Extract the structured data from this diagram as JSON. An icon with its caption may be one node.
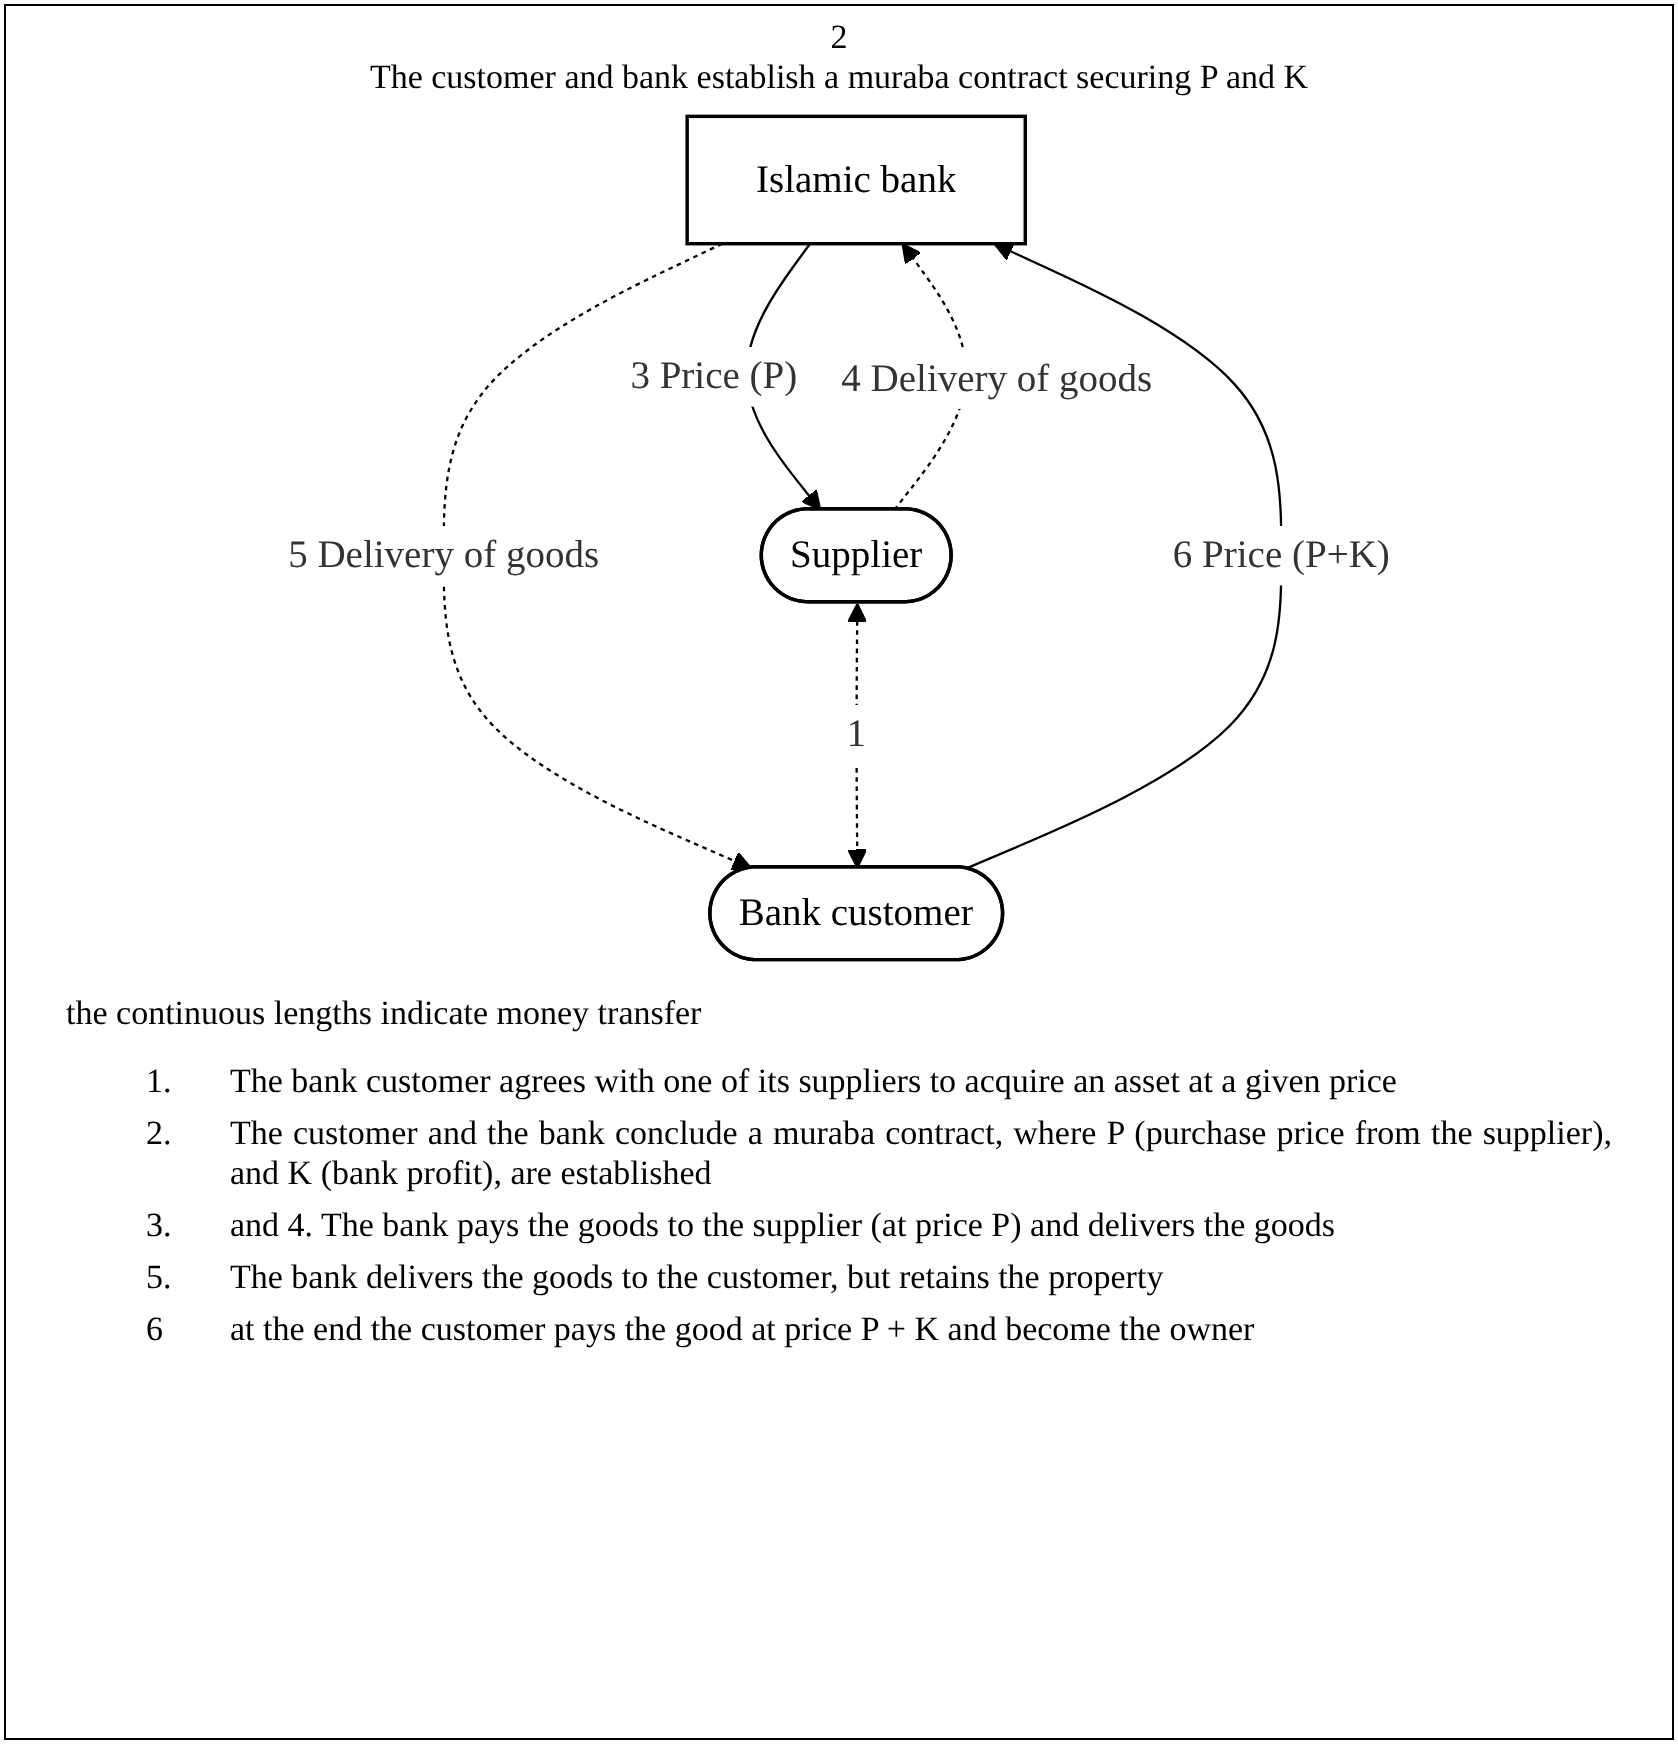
{
  "diagram": {
    "nodes": [
      {
        "text": [
          "Islamic bank"
        ]
      },
      {
        "text": [
          "Supplier"
        ]
      },
      {
        "text": [
          "Bank customer"
        ]
      }
    ],
    "edges": [
      {
        "from": 0,
        "to": 1,
        "arrow": "to",
        "label": "3 Price (P)"
      },
      {
        "from": 1,
        "to": 0,
        "arrow": "to",
        "style": "dashed",
        "label": "4 Delivery of goods"
      },
      {
        "from": 0,
        "to": 2,
        "arrow": "to",
        "style": "dashed",
        "label": "5 Delivery of goods"
      },
      {
        "from": 2,
        "to": 0,
        "arrow": "to",
        "label": "6 Price (P+K)"
      },
      {
        "from": 1,
        "to": 2,
        "arrow": "both",
        "style": "dashed",
        "label": "1"
      }
    ],
    "labels": [
      "2",
      "The customer and bank establish a muraba contract securing P and K",
      "the continuous lengths indicate money transfer",
      "1.",
      "The bank customer agrees with one of its suppliers to acquire an asset at a given price",
      "2.",
      "The customer and the bank conclude a muraba contract, where P (purchase price from the supplier), and K (bank profit), are established",
      "3.",
      "and 4. The bank pays the goods to the supplier (at price P) and delivers the goods",
      "5.",
      "The bank delivers the goods to the customer, but retains the property",
      "6",
      "at the end the customer pays the good at price P + K and become the owner"
    ]
  }
}
